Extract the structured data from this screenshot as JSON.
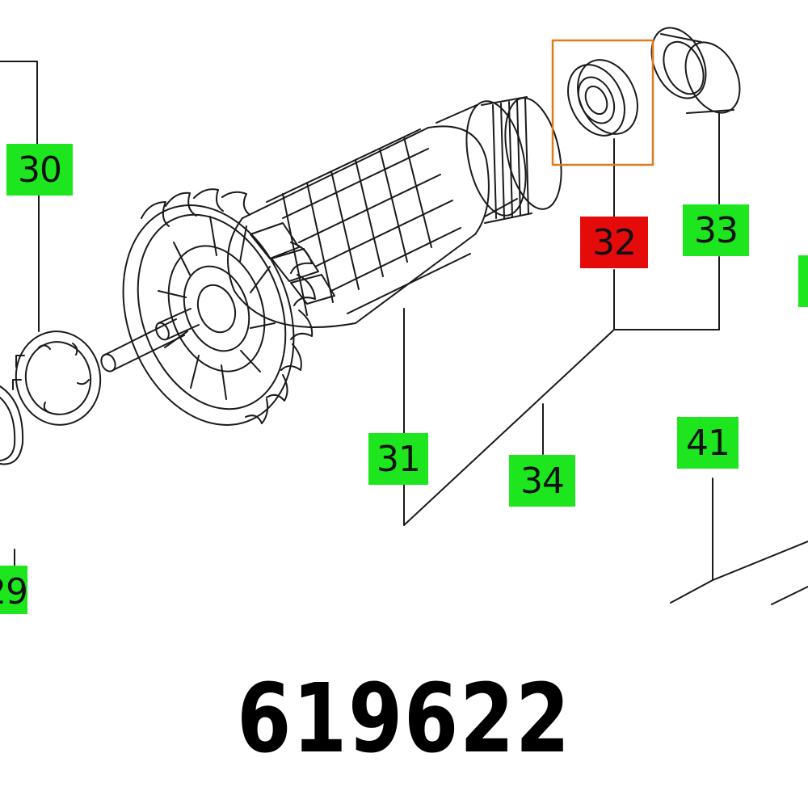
{
  "labels": {
    "l30": "30",
    "l31": "31",
    "l32": "32",
    "l33": "33",
    "l34": "34",
    "l41": "41",
    "l29": "29"
  },
  "part_number": "619622",
  "colors": {
    "label_green": "#1ee61e",
    "label_selected_red": "#e60b0b",
    "highlight_box_orange": "#e07a1f",
    "line": "#1a1a1a"
  },
  "selected_label": "32"
}
